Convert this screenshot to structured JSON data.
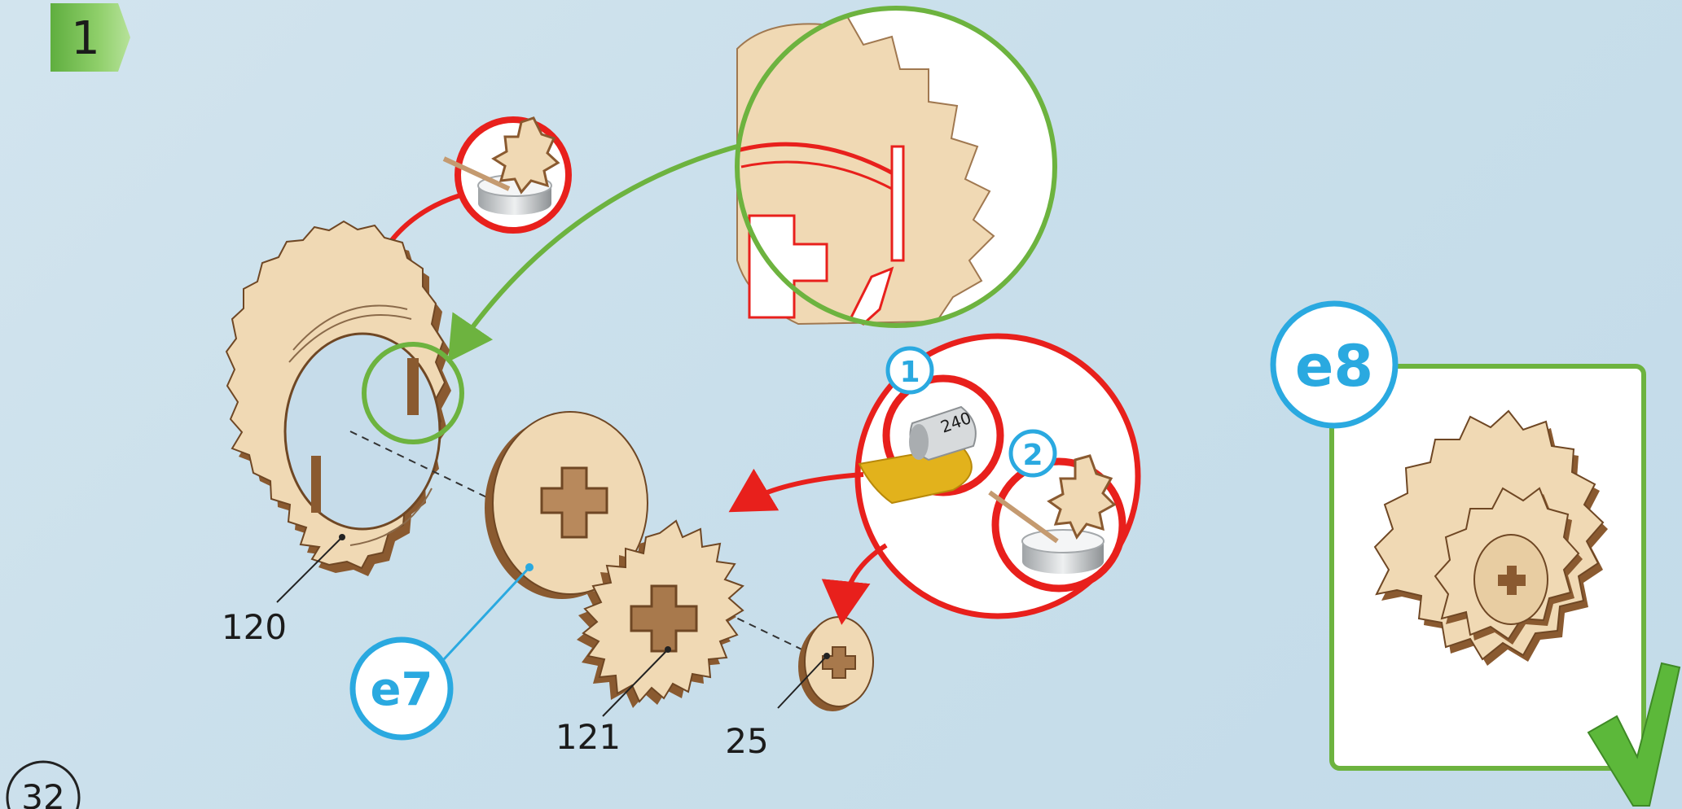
{
  "step": {
    "number": "1"
  },
  "page": {
    "number": "32"
  },
  "parts": {
    "gear_large": "120",
    "gear_medium": "121",
    "washer": "25"
  },
  "sub_assemblies": {
    "exploded": "e7",
    "result": "e8"
  },
  "actions": {
    "sand": "1",
    "glue": "2",
    "sandpaper_grit": "240"
  },
  "colors": {
    "step_tab": "#6cb94a",
    "red_arrow": "#e8201c",
    "green_arrow": "#6db33f",
    "callout_blue": "#2aa9e0",
    "wood": "#f0d9b4",
    "wood_edge": "#8a5a30",
    "checkmark": "#5cb83a"
  },
  "icons": [
    "sandpaper-icon",
    "glue-pot-icon",
    "checkmark-icon"
  ]
}
